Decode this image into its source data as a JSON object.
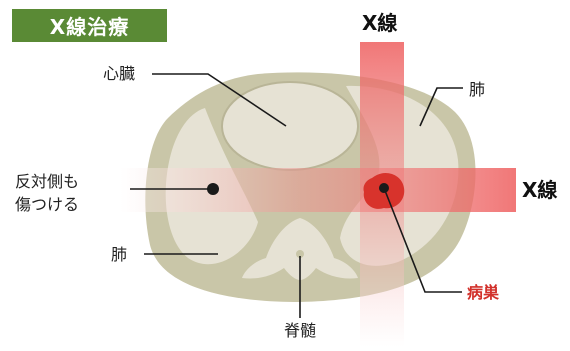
{
  "title": "X線治療",
  "labels": {
    "xray_top": "X線",
    "xray_right": "X線",
    "heart": "心臓",
    "lung_right": "肺",
    "lung_left": "肺",
    "opposite_line1": "反対側も",
    "opposite_line2": "傷つける",
    "lesion": "病巣",
    "spine": "脊髄"
  },
  "colors": {
    "title_bg": "#5a8a35",
    "body": "#c9c6a8",
    "organ": "#e6e2d4",
    "beam": "#f07070",
    "lesion": "#d8332c",
    "lesion_text": "#d2312b"
  }
}
